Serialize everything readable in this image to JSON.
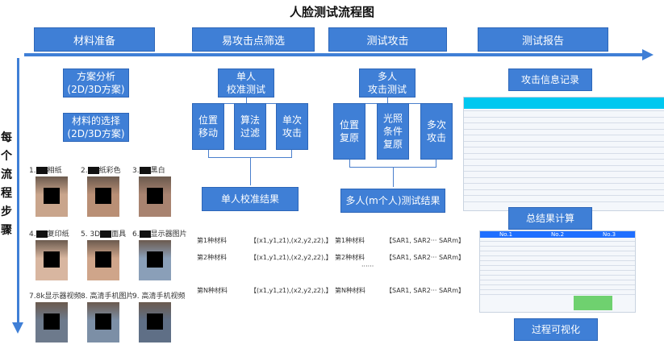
{
  "title": "人脸测试流程图",
  "side_label": "每个流程步骤",
  "phases": [
    {
      "label": "材料准备"
    },
    {
      "label": "易攻击点筛选"
    },
    {
      "label": "测试攻击"
    },
    {
      "label": "测试报告"
    }
  ],
  "materials": {
    "analysis": "方案分析\n(2D/3D方案)",
    "selection": "材料的选择\n(2D/3D方案)",
    "items": [
      {
        "prefix": "1.",
        "suffix": "相纸"
      },
      {
        "prefix": "2.",
        "suffix": "纸彩色"
      },
      {
        "prefix": "3.",
        "suffix": "黑白"
      },
      {
        "prefix": "4.",
        "suffix": "复印纸"
      },
      {
        "prefix": "5. 3D",
        "suffix": "面具"
      },
      {
        "prefix": "6.",
        "suffix": "显示器图片"
      },
      {
        "prefix": "7.8k显示器视频",
        "suffix": ""
      },
      {
        "prefix": "8. 高清手机图片",
        "suffix": ""
      },
      {
        "prefix": "9. 高清手机视频",
        "suffix": ""
      }
    ]
  },
  "single": {
    "head": "单人\n校准测试",
    "subs": [
      "位置\n移动",
      "算法\n过滤",
      "单次\n攻击"
    ],
    "result": "单人校准结果",
    "rows": [
      {
        "label": "第1种材料",
        "value": "【(x1,y1,z1),(x2,y2,z2),】"
      },
      {
        "label": "第2种材料",
        "value": "【(x1,y1,z1),(x2,y2,z2),】"
      },
      {
        "label": "第N种材料",
        "value": "【(x1,y1,z1),(x2,y2,z2),】"
      }
    ]
  },
  "multi": {
    "head": "多人\n攻击测试",
    "subs": [
      "位置\n复原",
      "光照\n条件\n复原",
      "多次\n攻击"
    ],
    "result": "多人(m个人)测试结果",
    "rows": [
      {
        "label": "第1种材料",
        "value": "【SAR1, SAR2··· SARm】"
      },
      {
        "label": "第2种材料",
        "value": "【SAR1, SAR2··· SARm】"
      },
      {
        "label": "第N种材料",
        "value": "【SAR1, SAR2··· SARm】"
      }
    ],
    "ellipsis": "······"
  },
  "report": {
    "attack_log": "攻击信息记录",
    "summary": "总结果计算",
    "visual": "过程可视化",
    "summary_heads": [
      "No.1",
      "No.2",
      "No.3"
    ]
  },
  "colors": {
    "accent": "#3f7fd6",
    "table_head": "#00c8f0",
    "table_green": "#6fd16f",
    "summary_head": "#1f6fff"
  }
}
